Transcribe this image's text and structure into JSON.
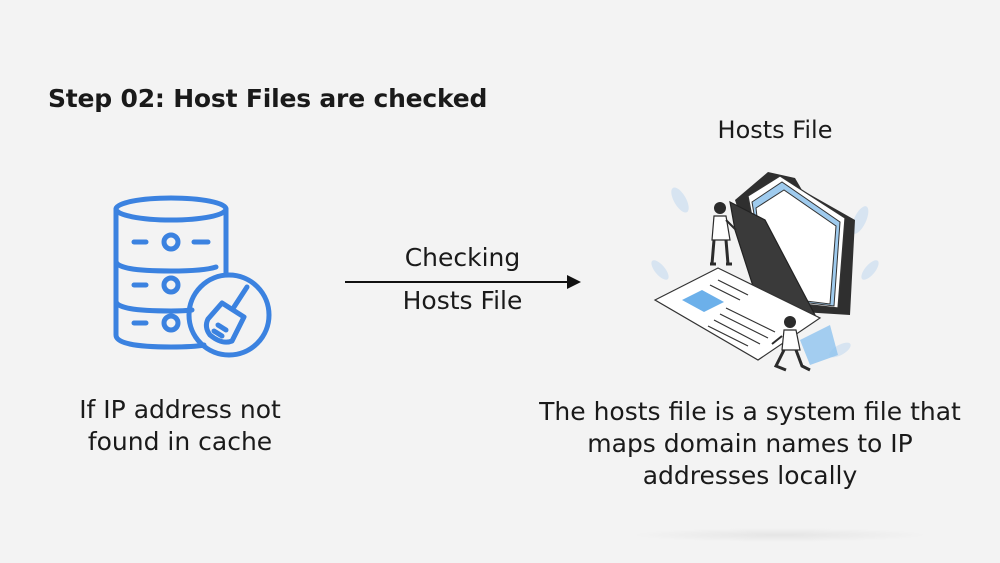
{
  "title": "Step 02: Host Files are checked",
  "left": {
    "icon": "database-clean-icon",
    "caption": "If IP address not found in cache"
  },
  "arrow": {
    "label_top": "Checking",
    "label_bottom": "Hosts File"
  },
  "right": {
    "heading": "Hosts File",
    "illustration": "hosts-file-folder-illustration",
    "caption": "The hosts file is a system file that maps domain names to IP addresses locally"
  },
  "colors": {
    "accent": "#3b82e0",
    "dark": "#2b2b2b",
    "light_blue": "#8ec3ef"
  }
}
